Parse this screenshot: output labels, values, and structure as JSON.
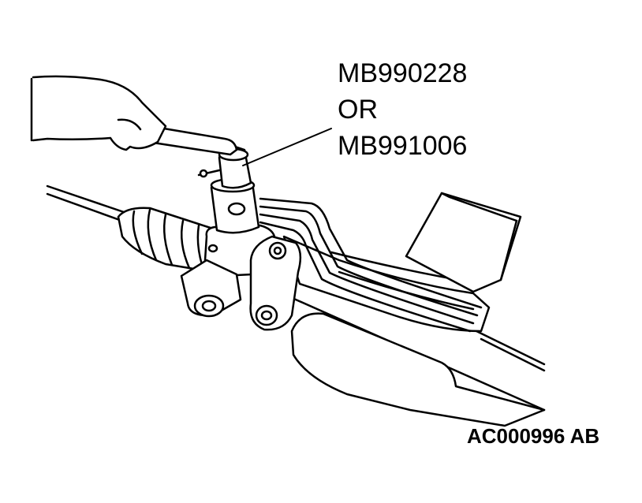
{
  "callout": {
    "line1": "MB990228",
    "line2": "OR",
    "line3": "MB991006"
  },
  "figure_id": "AC000996 AB",
  "colors": {
    "ink": "#000000",
    "paper": "#ffffff"
  }
}
